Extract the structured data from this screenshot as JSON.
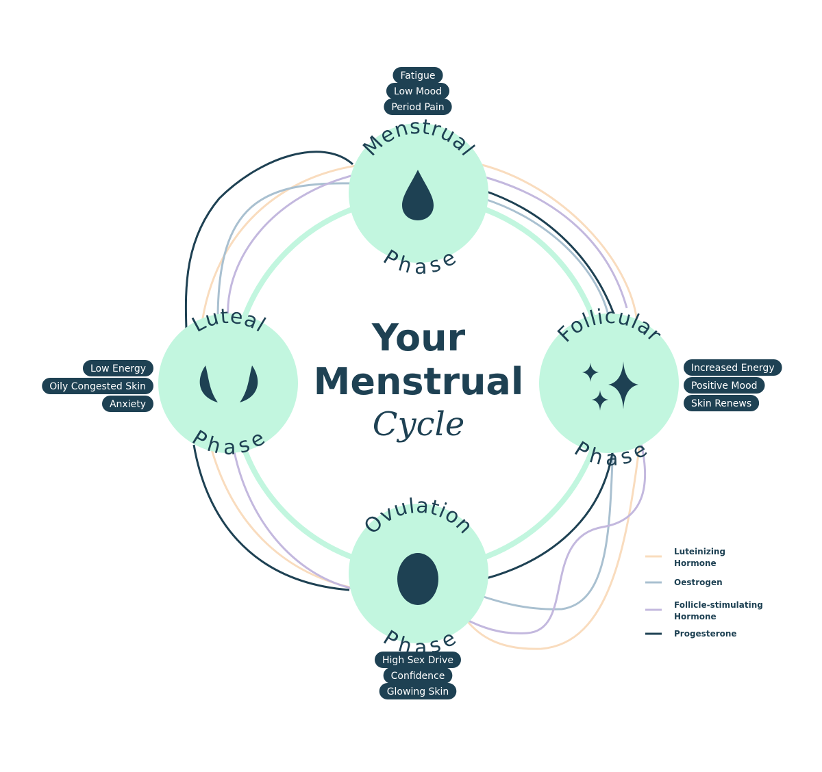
{
  "title": {
    "line1": "Your",
    "line2": "Menstrual",
    "line3": "Cycle"
  },
  "phases": {
    "menstrual": {
      "name": "Menstrual",
      "sub": "Phase",
      "icon": "drop-icon",
      "symptoms": [
        "Fatigue",
        "Low Mood",
        "Period Pain"
      ]
    },
    "follicular": {
      "name": "Follicular",
      "sub": "Phase",
      "icon": "sparkle-icon",
      "symptoms": [
        "Increased Energy",
        "Positive Mood",
        "Skin Renews"
      ]
    },
    "ovulation": {
      "name": "Ovulation",
      "sub": "Phase",
      "icon": "egg-icon",
      "symptoms": [
        "High Sex Drive",
        "Confidence",
        "Glowing Skin"
      ]
    },
    "luteal": {
      "name": "Luteal",
      "sub": "Phase",
      "icon": "horns-icon",
      "symptoms": [
        "Low Energy",
        "Oily Congested Skin",
        "Anxiety"
      ]
    }
  },
  "legend": [
    {
      "lines": [
        "Luteinizing",
        "Hormone"
      ],
      "color": "#f9dcbe"
    },
    {
      "lines": [
        "Oestrogen"
      ],
      "color": "#a9c0d0"
    },
    {
      "lines": [
        "Follicle-stimulating",
        "Hormone"
      ],
      "color": "#c3b8de"
    },
    {
      "lines": [
        "Progesterone"
      ],
      "color": "#1e4153"
    }
  ],
  "colors": {
    "navy": "#1e4153",
    "mint": "#c2f6df",
    "ring": "#c2f6df",
    "luteinizing": "#f9dcbe",
    "oestrogen": "#a9c0d0",
    "fsh": "#c3b8de",
    "progesterone": "#1e4153"
  }
}
